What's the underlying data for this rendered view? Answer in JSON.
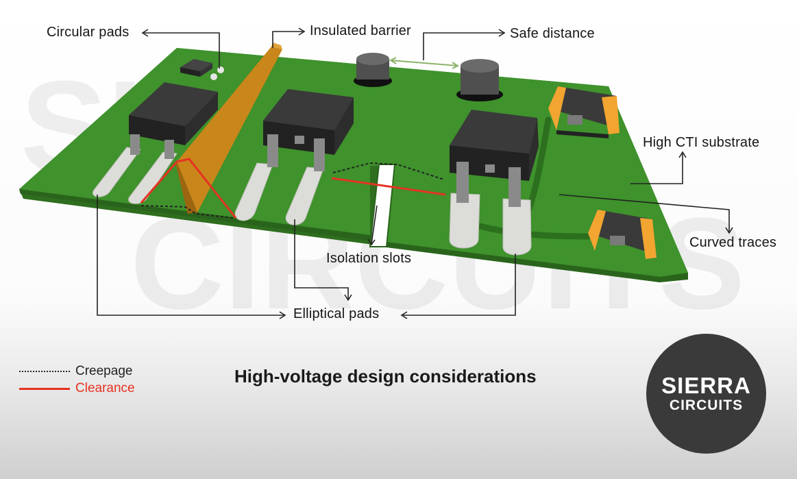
{
  "caption": "High-voltage design considerations",
  "labels": {
    "circular_pads": "Circular pads",
    "insulated_barrier": "Insulated barrier",
    "safe_distance": "Safe distance",
    "high_cti_substrate": "High CTI substrate",
    "curved_traces": "Curved traces",
    "isolation_slots": "Isolation slots",
    "elliptical_pads": "Elliptical pads"
  },
  "legend": [
    {
      "label": "Creepage",
      "style": "dotted",
      "color": "#222222"
    },
    {
      "label": "Clearance",
      "style": "solid",
      "color": "#e53222"
    }
  ],
  "logo": {
    "line1": "SIERRA",
    "line2": "CIRCUITS"
  },
  "colors": {
    "board": "#3e8f2b",
    "board_edge": "#2f6e1f",
    "barrier": "#b97a14",
    "component": "#2e2e2e",
    "pad": "#dadad6",
    "clearance": "#e53222",
    "creepage": "#222222",
    "capacitor_orange": "#f2a531"
  }
}
